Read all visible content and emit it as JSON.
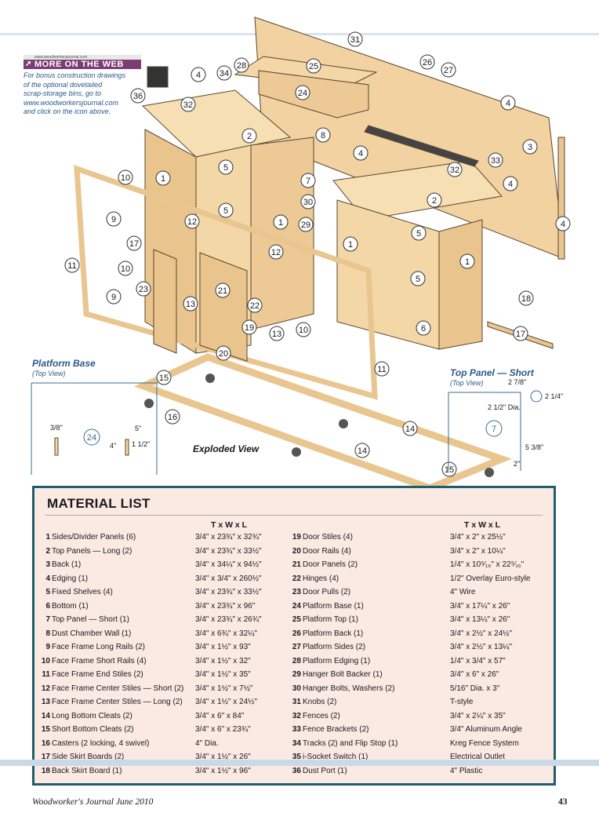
{
  "web_promo": {
    "url_small": "www.woodworkersjournal.com",
    "banner": "MORE ON THE WEB",
    "text_lines": [
      "For bonus construction drawings",
      "of the optional dovetailed",
      "scrap-storage bins, go to",
      "www.woodworkersjournal.com",
      "and click on the icon above."
    ]
  },
  "diagram": {
    "exploded_label": "Exploded View",
    "callouts": [
      "31",
      "28",
      "25",
      "26",
      "27",
      "4",
      "34",
      "36",
      "32",
      "24",
      "4",
      "2",
      "8",
      "5",
      "3",
      "10",
      "1",
      "4",
      "32",
      "33",
      "4",
      "7",
      "5",
      "9",
      "12",
      "30",
      "2",
      "4",
      "1",
      "29",
      "5",
      "17",
      "12",
      "1",
      "11",
      "10",
      "5",
      "1",
      "23",
      "21",
      "22",
      "13",
      "9",
      "18",
      "19",
      "13",
      "10",
      "6",
      "17",
      "20",
      "11",
      "15",
      "16",
      "14",
      "14",
      "15",
      "24",
      "7"
    ],
    "platform_base": {
      "title": "Platform Base",
      "sub": "(Top View)",
      "dims": [
        "3/8\"",
        "5\"",
        "4\"",
        "1 1/2\""
      ],
      "callout": "24"
    },
    "top_panel_short": {
      "title": "Top Panel — Short",
      "sub": "(Top View)",
      "dims": [
        "2 7/8\"",
        "2 1/4\"",
        "2 1/2\" Dia.",
        "5 3/8\"",
        "2\""
      ],
      "callout": "7"
    }
  },
  "material_list": {
    "title": "MATERIAL LIST",
    "col_header": "T x W x L",
    "left": [
      {
        "n": "1",
        "name": "Sides/Divider Panels (6)",
        "size": "3/4\" x 23¾\" x 32¾\""
      },
      {
        "n": "2",
        "name": "Top Panels — Long (2)",
        "size": "3/4\" x 23¾\" x 33½\""
      },
      {
        "n": "3",
        "name": "Back (1)",
        "size": "3/4\" x 34¼\" x 94½\""
      },
      {
        "n": "4",
        "name": "Edging (1)",
        "size": "3/4\" x 3/4\" x 260½\""
      },
      {
        "n": "5",
        "name": "Fixed Shelves (4)",
        "size": "3/4\" x 23¾\" x 33½\""
      },
      {
        "n": "6",
        "name": "Bottom (1)",
        "size": "3/4\" x 23¾\" x 96\""
      },
      {
        "n": "7",
        "name": "Top Panel — Short (1)",
        "size": "3/4\" x 23¾\" x 26¾\""
      },
      {
        "n": "8",
        "name": "Dust Chamber Wall (1)",
        "size": "3/4\" x 6¾\" x 32¼\""
      },
      {
        "n": "9",
        "name": "Face Frame Long Rails (2)",
        "size": "3/4\" x 1½\" x 93\""
      },
      {
        "n": "10",
        "name": "Face Frame Short Rails (4)",
        "size": "3/4\" x 1½\" x 32\""
      },
      {
        "n": "11",
        "name": "Face Frame End Stiles (2)",
        "size": "3/4\" x 1½\" x 35\""
      },
      {
        "n": "12",
        "name": "Face Frame Center Stiles — Short (2)",
        "size": "3/4\" x 1½\" x 7½\""
      },
      {
        "n": "13",
        "name": "Face Frame Center Stiles — Long (2)",
        "size": "3/4\" x 1½\" x 24½\""
      },
      {
        "n": "14",
        "name": "Long Bottom Cleats (2)",
        "size": "3/4\" x 6\" x 84\""
      },
      {
        "n": "15",
        "name": "Short Bottom Cleats (2)",
        "size": "3/4\" x 6\" x 23¾\""
      },
      {
        "n": "16",
        "name": "Casters (2 locking, 4 swivel)",
        "size": "4\" Dia."
      },
      {
        "n": "17",
        "name": "Side Skirt Boards (2)",
        "size": "3/4\" x 1½\" x 26\""
      },
      {
        "n": "18",
        "name": "Back Skirt Board (1)",
        "size": "3/4\" x 1½\" x 96\""
      }
    ],
    "right": [
      {
        "n": "19",
        "name": "Door Stiles (4)",
        "size": "3/4\" x 2\" x 25½\""
      },
      {
        "n": "20",
        "name": "Door Rails (4)",
        "size": "3/4\" x 2\" x 10¼\""
      },
      {
        "n": "21",
        "name": "Door Panels (2)",
        "size": "1/4\" x 10⁵⁄₁₆\" x 22⁵⁄₁₆\""
      },
      {
        "n": "22",
        "name": "Hinges (4)",
        "size": "1/2\" Overlay Euro-style"
      },
      {
        "n": "23",
        "name": "Door Pulls (2)",
        "size": "4\" Wire"
      },
      {
        "n": "24",
        "name": "Platform Base (1)",
        "size": "3/4\" x 17¼\" x 26\""
      },
      {
        "n": "25",
        "name": "Platform Top (1)",
        "size": "3/4\" x 13¼\" x 26\""
      },
      {
        "n": "26",
        "name": "Platform Back (1)",
        "size": "3/4\" x 2½\" x 24½\""
      },
      {
        "n": "27",
        "name": "Platform Sides (2)",
        "size": "3/4\" x 2½\" x 13¼\""
      },
      {
        "n": "28",
        "name": "Platform Edging (1)",
        "size": "1/4\" x 3/4\" x 57\""
      },
      {
        "n": "29",
        "name": "Hanger Bolt Backer (1)",
        "size": "3/4\" x 6\" x 26\""
      },
      {
        "n": "30",
        "name": "Hanger Bolts, Washers (2)",
        "size": "5/16\" Dia. x 3\""
      },
      {
        "n": "31",
        "name": "Knobs (2)",
        "size": "T-style"
      },
      {
        "n": "32",
        "name": "Fences (2)",
        "size": "3/4\" x 2¼\" x 35\""
      },
      {
        "n": "33",
        "name": "Fence Brackets (2)",
        "size": "3/4\" Aluminum Angle"
      },
      {
        "n": "34",
        "name": "Tracks (2) and Flip Stop (1)",
        "size": "Kreg Fence System"
      },
      {
        "n": "35",
        "name": "i-Socket Switch (1)",
        "size": "Electrical Outlet"
      },
      {
        "n": "36",
        "name": "Dust Port (1)",
        "size": "4\" Plastic"
      }
    ]
  },
  "footer": {
    "left": "Woodworker's Journal   June 2010",
    "page": "43"
  }
}
